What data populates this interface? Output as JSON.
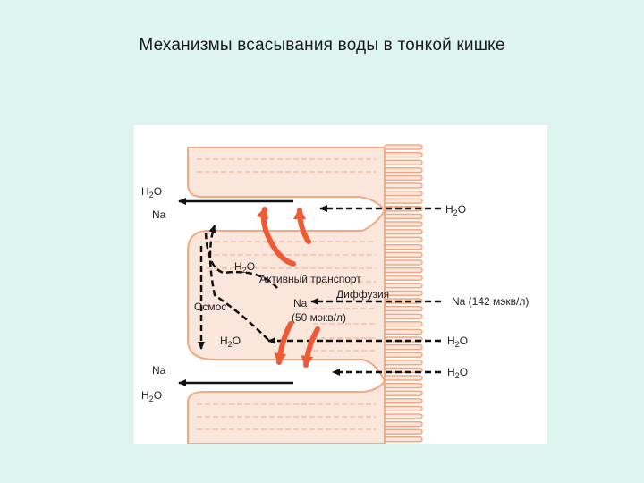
{
  "title": "Механизмы всасывания воды в тонкой кишке",
  "labels": {
    "h2o": "H",
    "two": "2",
    "o": "O",
    "na": "Na",
    "active_transport": "Активный транспорт",
    "diffusion": "Диффузия",
    "na_outside": "Na (142 мэкв/л)",
    "na_cell": "Na",
    "na_cell_conc": "(50 мэкв/л)",
    "osmosis": "Осмос"
  },
  "colors": {
    "background": "#ddf4ef",
    "cell_fill": "#fbe6dc",
    "cell_outline": "#f2a882",
    "red_arrow": "#ee5a36",
    "black": "#111111"
  }
}
